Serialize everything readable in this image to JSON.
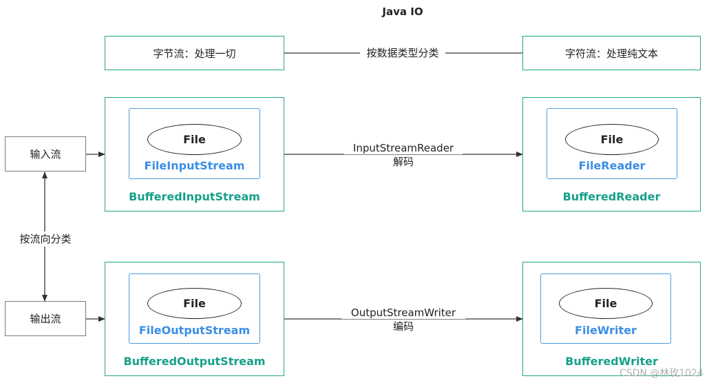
{
  "title": "Java IO",
  "top": {
    "left_box": "字节流：处理一切",
    "right_box": "字符流：处理纯文本",
    "link_label": "按数据类型分类"
  },
  "side": {
    "input": "输入流",
    "output": "输出流",
    "link_label": "按流向分类"
  },
  "input_byte": {
    "file": "File",
    "inner": "FileInputStream",
    "outer": "BufferedInputStream"
  },
  "input_char": {
    "file": "File",
    "inner": "FileReader",
    "outer": "BufferedReader"
  },
  "output_byte": {
    "file": "File",
    "inner": "FileOutputStream",
    "outer": "BufferedOutputStream"
  },
  "output_char": {
    "file": "File",
    "inner": "FileWriter",
    "outer": "BufferedWriter"
  },
  "bridge_input": {
    "name": "InputStreamReader",
    "desc": "解码"
  },
  "bridge_output": {
    "name": "OutputStreamWriter",
    "desc": "编码"
  },
  "watermark": "CSDN @林玫1024"
}
